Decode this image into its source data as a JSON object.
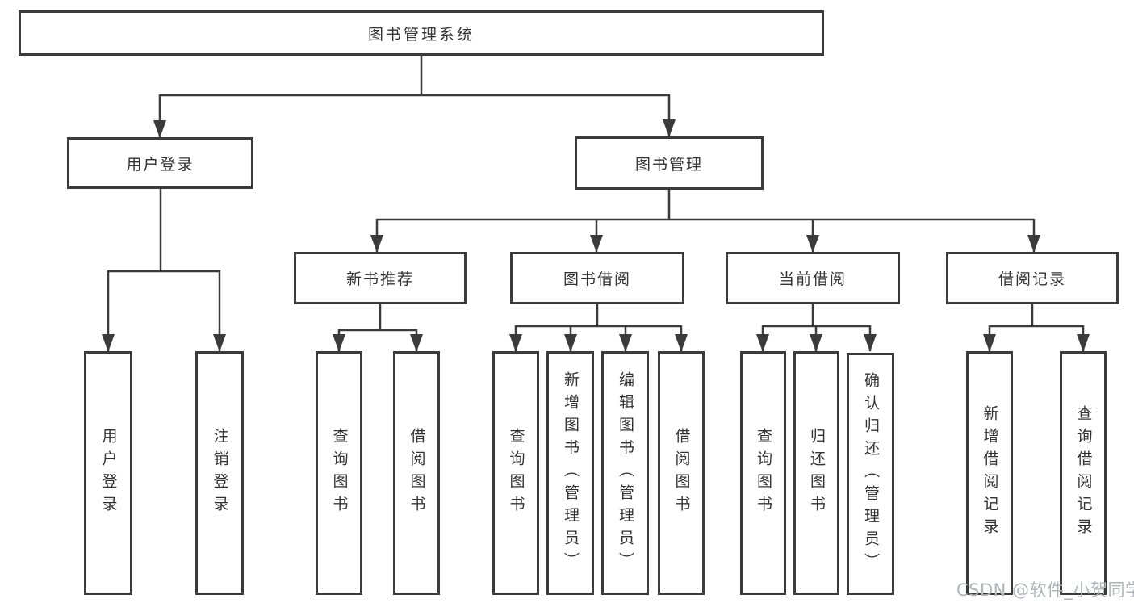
{
  "diagram": {
    "title": "图书管理系统",
    "nodes": {
      "root": {
        "label": "图书管理系统"
      },
      "user_login": {
        "label": "用户登录"
      },
      "book_mgmt": {
        "label": "图书管理"
      },
      "new_book_rec": {
        "label": "新书推荐"
      },
      "book_borrow": {
        "label": "图书借阅"
      },
      "current_borrow": {
        "label": "当前借阅"
      },
      "borrow_record": {
        "label": "借阅记录"
      },
      "leaf_user_login": {
        "label": "用户登录"
      },
      "leaf_logout": {
        "label": "注销登录"
      },
      "leaf_query_book_a": {
        "label": "查询图书"
      },
      "leaf_borrow_book_a": {
        "label": "借阅图书"
      },
      "leaf_query_book_b": {
        "label": "查询图书"
      },
      "leaf_add_book": {
        "label": "新增图书（管理员）"
      },
      "leaf_edit_book": {
        "label": "编辑图书（管理员）"
      },
      "leaf_borrow_book_b": {
        "label": "借阅图书"
      },
      "leaf_query_book_c": {
        "label": "查询图书"
      },
      "leaf_return_book": {
        "label": "归还图书"
      },
      "leaf_confirm_return": {
        "label": "确认归还（管理员）"
      },
      "leaf_add_record": {
        "label": "新增借阅记录"
      },
      "leaf_query_record": {
        "label": "查询借阅记录"
      }
    },
    "hierarchy": {
      "图书管理系统": {
        "用户登录": [
          "用户登录",
          "注销登录"
        ],
        "图书管理": {
          "新书推荐": [
            "查询图书",
            "借阅图书"
          ],
          "图书借阅": [
            "查询图书",
            "新增图书（管理员）",
            "编辑图书（管理员）",
            "借阅图书"
          ],
          "当前借阅": [
            "查询图书",
            "归还图书",
            "确认归还（管理员）"
          ],
          "借阅记录": [
            "新增借阅记录",
            "查询借阅记录"
          ]
        }
      }
    },
    "colors": {
      "line": "#3b3b3b",
      "box_border": "#3b3b3b",
      "box_bg": "#ffffff",
      "text": "#333333",
      "watermark": "#b0b4b9"
    }
  },
  "watermark": {
    "text": "CSDN @软件_小贺同学"
  }
}
